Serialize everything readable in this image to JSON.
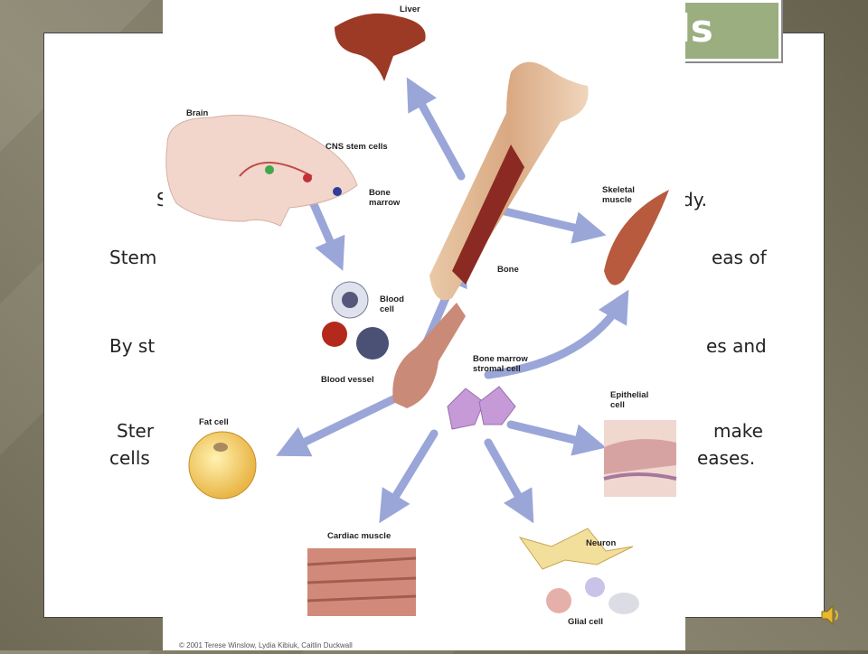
{
  "slide": {
    "title_partial": "lls",
    "body_fragments": {
      "line1_left": "S",
      "line1_right": "dy.",
      "line2_left": "Stem",
      "line2_right": "eas of",
      "line3_left": "By st",
      "line3_right": "es and",
      "line4_left": "Ster",
      "line4_right": "make",
      "line5_left": "cells",
      "line5_right": "eases."
    }
  },
  "diagram": {
    "labels": {
      "liver": "Liver",
      "brain": "Brain",
      "cns": "CNS stem cells",
      "bone_marrow": "Bone\nmarrow",
      "bone": "Bone",
      "skeletal": "Skeletal\nmuscle",
      "blood_cell": "Blood\ncell",
      "blood_vessel": "Blood vessel",
      "stromal": "Bone marrow\nstromal cell",
      "epithelial": "Epithelial\ncell",
      "fat": "Fat cell",
      "cardiac": "Cardiac muscle",
      "neuron": "Neuron",
      "glial": "Glial cell"
    },
    "copyright": "© 2001 Terese Winslow, Lydia Kibiuk, Caitlin Duckwall"
  },
  "colors": {
    "title_bg": "#9bae7f",
    "arrow": "#9aa6d8"
  },
  "icons": {
    "speaker": "speaker-icon"
  }
}
